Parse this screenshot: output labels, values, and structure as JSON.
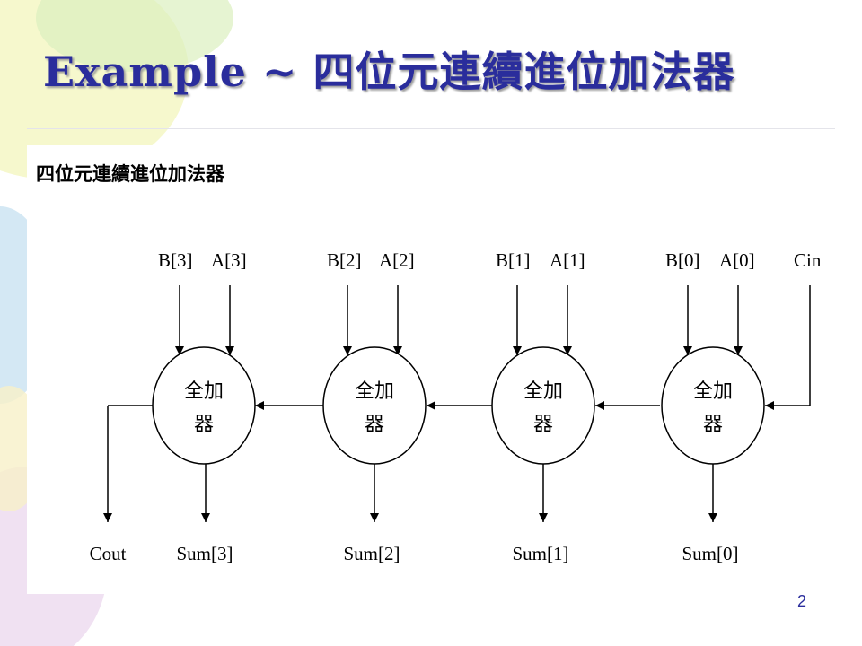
{
  "slide": {
    "title": "Example ~ 四位元連續進位加法器",
    "caption": "四位元連續進位加法器",
    "page_number": "2"
  },
  "diagram": {
    "adders": [
      {
        "id": "adder-3",
        "label_line1": "全加",
        "label_line2": "器",
        "input_b": "B[3]",
        "input_a": "A[3]",
        "sum": "Sum[3]"
      },
      {
        "id": "adder-2",
        "label_line1": "全加",
        "label_line2": "器",
        "input_b": "B[2]",
        "input_a": "A[2]",
        "sum": "Sum[2]"
      },
      {
        "id": "adder-1",
        "label_line1": "全加",
        "label_line2": "器",
        "input_b": "B[1]",
        "input_a": "A[1]",
        "sum": "Sum[1]"
      },
      {
        "id": "adder-0",
        "label_line1": "全加",
        "label_line2": "器",
        "input_b": "B[0]",
        "input_a": "A[0]",
        "sum": "Sum[0]"
      }
    ],
    "carry_in": "Cin",
    "carry_out": "Cout"
  },
  "theme": {
    "title_color": "#2a2d9c",
    "decoration_colors": [
      "#f4f7c4",
      "#dcefbf",
      "#cfe6f3",
      "#ecd9ef"
    ]
  }
}
